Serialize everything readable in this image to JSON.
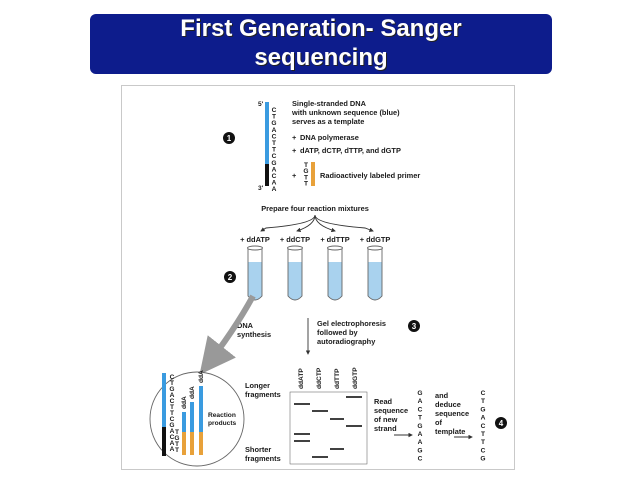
{
  "title": {
    "line1": "First Generation- Sanger",
    "line2": "sequencing"
  },
  "colors": {
    "banner": "#0d1c8c",
    "template_strand": "#3a9be0",
    "primer": "#e8a13a",
    "tube_liquid": "#a9d2ee",
    "gel_band": "#111111"
  },
  "figure": {
    "strand_end_5": "5'",
    "strand_end_3": "3'",
    "template_letters": [
      "C",
      "T",
      "G",
      "A",
      "C",
      "T",
      "T",
      "C",
      "G",
      "A",
      "C",
      "A",
      "A"
    ],
    "primer_letters": [
      "T",
      "G",
      "T",
      "T"
    ],
    "step1_text": {
      "line1": "Single-stranded DNA",
      "line2": "with unknown sequence (blue)",
      "line3": "serves as a template"
    },
    "plus1": "+",
    "plus2": "+",
    "plus3": "+",
    "polymerase": "DNA polymerase",
    "dntps": "dATP, dCTP, dTTP, and dGTP",
    "primer_label": "Radioactively labeled primer",
    "prepare": "Prepare four reaction mixtures",
    "reactions": [
      "+ ddATP",
      "+ ddCTP",
      "+ ddTTP",
      "+ ddGTP"
    ],
    "dna_synthesis": {
      "line1": "DNA",
      "line2": "synthesis"
    },
    "gel_step": {
      "line1": "Gel electrophoresis",
      "line2": "followed by",
      "line3": "autoradiography"
    },
    "gel_lanes": [
      "ddATP",
      "ddCTP",
      "ddTTP",
      "ddGTP"
    ],
    "longer": {
      "line1": "Longer",
      "line2": "fragments"
    },
    "shorter": {
      "line1": "Shorter",
      "line2": "fragments"
    },
    "read": {
      "line1": "Read",
      "line2": "sequence",
      "line3": "of new",
      "line4": "strand"
    },
    "new_strand_sequence": [
      "G",
      "A",
      "C",
      "T",
      "G",
      "A",
      "A",
      "G",
      "C"
    ],
    "deduce": {
      "line1": "and",
      "line2": "deduce",
      "line3": "sequence",
      "line4": "of",
      "line5": "template"
    },
    "template_sequence": [
      "C",
      "T",
      "G",
      "A",
      "C",
      "T",
      "T",
      "C",
      "G"
    ],
    "inset_template_letters": [
      "C",
      "T",
      "G",
      "A",
      "C",
      "T",
      "T",
      "C",
      "G",
      "A",
      "C",
      "A",
      "A"
    ],
    "inset_primer_letters": [
      "T",
      "G",
      "T",
      "T"
    ],
    "inset_dd_labels": [
      "ddA",
      "ddA",
      "ddA"
    ],
    "reaction_products": {
      "line1": "Reaction",
      "line2": "products"
    },
    "step_numbers": [
      "1",
      "2",
      "3",
      "4"
    ]
  }
}
